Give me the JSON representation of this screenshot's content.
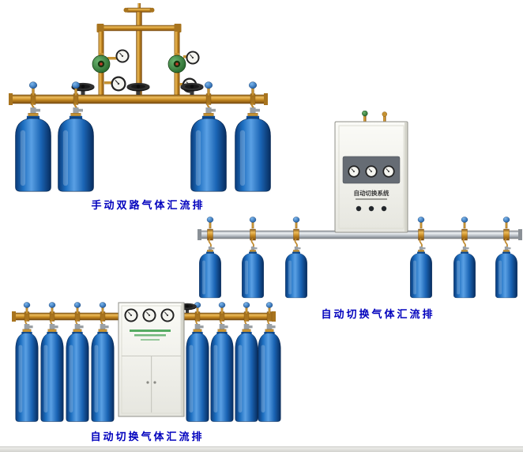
{
  "captions": {
    "manual_dual": "手动双路气体汇流排",
    "auto_switch_right": "自动切换气体汇流排",
    "auto_switch_bottom": "自动切换气体汇流排"
  },
  "cabinet": {
    "auto_right_label": "自动切换系统"
  },
  "colors": {
    "caption_text": "#0000bd",
    "cylinder_blue": "#1e6fc0",
    "cylinder_blue_dark": "#0a3a78",
    "brass_pipe": "#c2861f",
    "steel_pipe": "#b4bac1",
    "cabinet_body": "#f2f2ec",
    "regulator_green": "#2e7d32",
    "handwheel_black": "#1b1b1b",
    "valve_cap_blue": "#2277cc",
    "cabinet_text_green": "#3a9e4a"
  },
  "icons": {
    "gas-cylinder-icon": "blue bottle shape with gray valve",
    "pressure-gauge-icon": "white round dial with dark rim and needle",
    "handwheel-valve-icon": "black flat wheel on pipe",
    "valve-cap-icon": "small blue ball cap on brass stem",
    "regulator-icon": "green disc regulator body",
    "control-cabinet-icon": "white switching cabinet with gauges",
    "manifold-pipe-icon": "horizontal header pipe"
  }
}
